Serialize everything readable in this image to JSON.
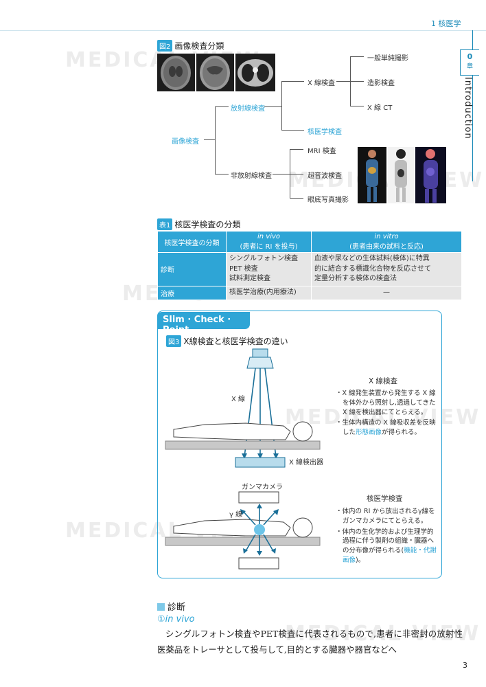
{
  "header": {
    "running_head": "1 核医学",
    "chapter_num": "0",
    "chapter_unit": "章",
    "chapter_title": "Introduction",
    "page_number": "3"
  },
  "watermark": "MEDICAL VIEW",
  "figure2": {
    "badge": "図2",
    "title": "画像検査分類",
    "root": "画像検査",
    "radiation": "放射線検査",
    "xray": "X 線検査",
    "xray_children": [
      "一般単純撮影",
      "造影検査",
      "X 線 CT"
    ],
    "nuclear": "核医学検査",
    "nonradiation": "非放射線検査",
    "nonradiation_children": [
      "MRI 検査",
      "超音波検査",
      "眼底写真撮影"
    ]
  },
  "table1": {
    "badge": "表1",
    "title": "核医学検査の分類",
    "head_label": "核医学検査の分類",
    "col1_title": "in vivo",
    "col1_sub": "(患者に RI を投与)",
    "col2_title": "in vitro",
    "col2_sub": "(患者由来の試料と反応)",
    "row1_label": "診断",
    "row1_col1": [
      "シングルフォトン検査",
      "PET 検査",
      "試料測定検査"
    ],
    "row1_col2": [
      "血液や尿などの生体試料(検体)に特異",
      "的に結合する標識化合物を反応させて",
      "定量分析する検体の検査法"
    ],
    "row2_label": "治療",
    "row2_col1": "核医学治療(内用療法)",
    "row2_col2": "—"
  },
  "scp": {
    "title": "Slim · Check · Point",
    "fig_badge": "図3",
    "fig_title": "X線検査と核医学検査の違い",
    "xray_label": "X 線",
    "detector_label": "X 線検出器",
    "gamma_camera": "ガンマカメラ",
    "gamma_label": "γ 線",
    "xray_heading": "X 線検査",
    "xray_b1": "X 線発生装置から発生する X 線を体外から照射し,透過してきた X 線を検出器にてとらえる。",
    "xray_b2_pre": "生体内構造の X 線吸収差を反映した",
    "xray_b2_hl": "形態画像",
    "xray_b2_post": "が得られる。",
    "nm_heading": "核医学検査",
    "nm_b1": "体内の RI から放出されるγ線をガンマカメラにてとらえる。",
    "nm_b2_pre": "体内の生化学的および生理学的過程に伴う製剤の組織・臓器への分布像が得られる(",
    "nm_b2_hl": "機能・代謝画像",
    "nm_b2_post": ")。"
  },
  "section": {
    "heading": "診断",
    "sub_num": "①",
    "sub_title": "in vivo",
    "body": "シングルフォトン検査やPET検査に代表されるもので,患者に非密封の放射性医薬品をトレーサとして投与して,目的とする臓器や器官などへ"
  },
  "colors": {
    "accent": "#2ea5d6",
    "table_cell": "#e6e6e6"
  }
}
